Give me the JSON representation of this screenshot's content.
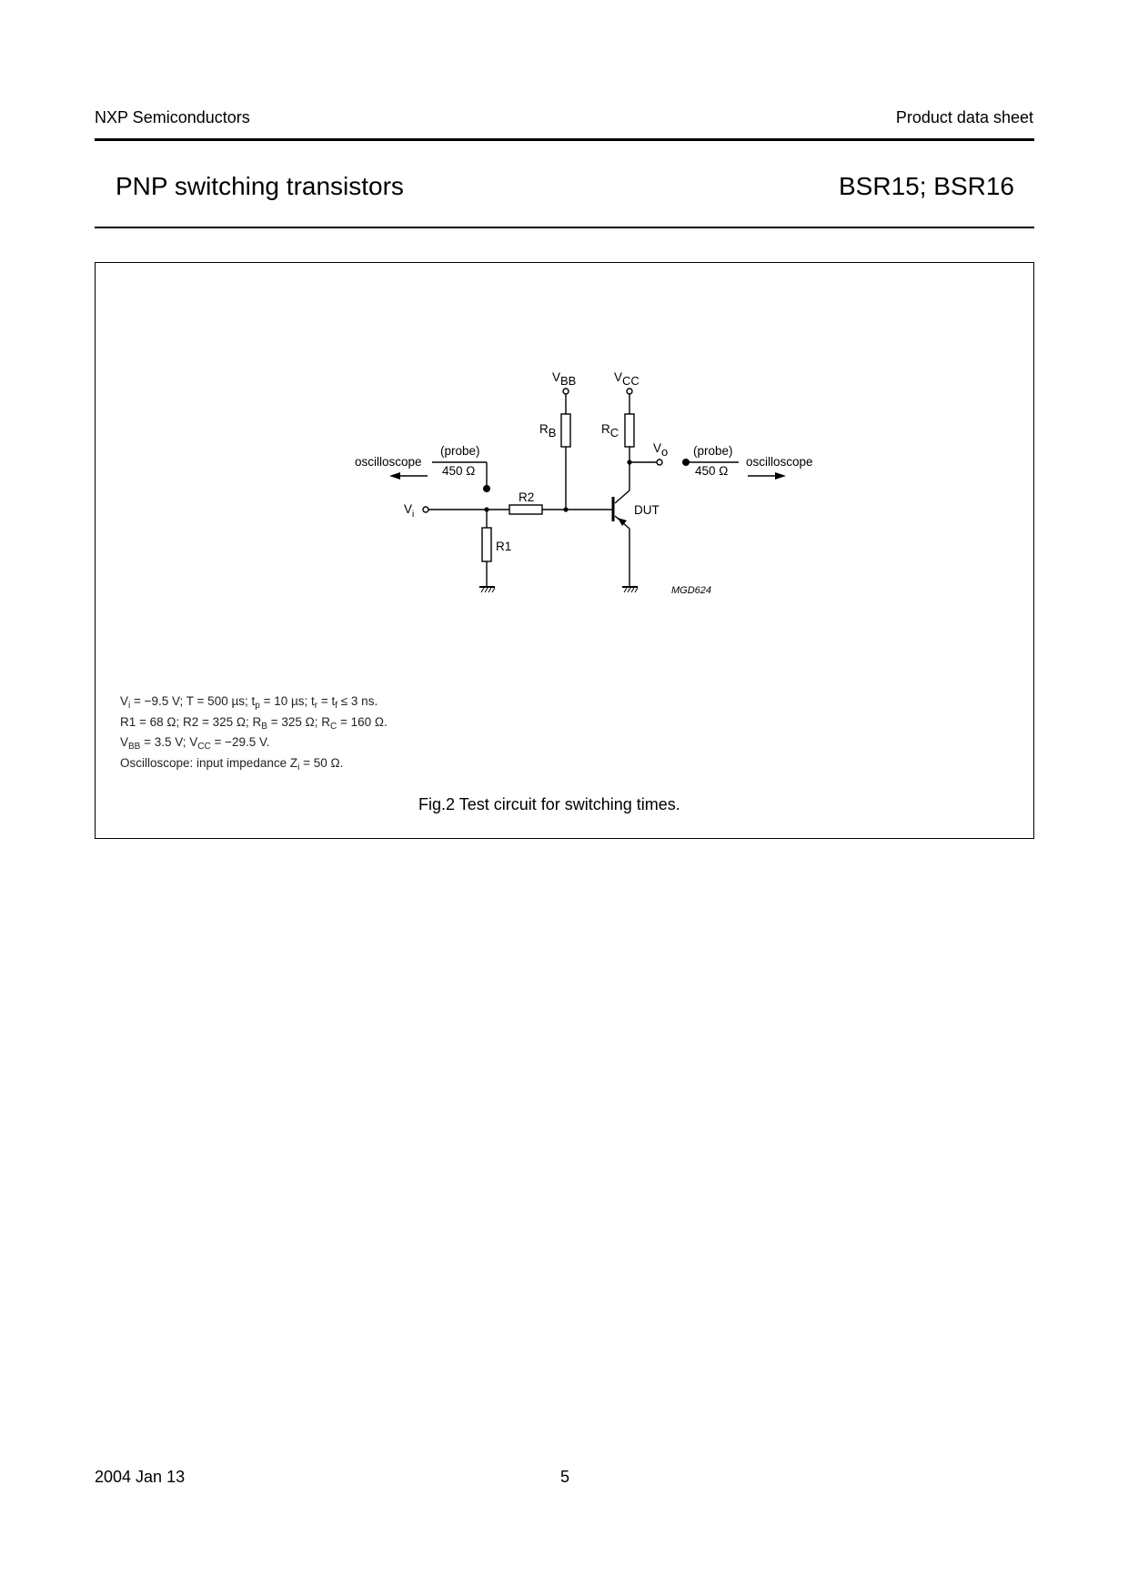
{
  "header": {
    "company": "NXP Semiconductors",
    "doc_type": "Product data sheet"
  },
  "title": {
    "product_description": "PNP switching transistors",
    "part_numbers": "BSR15; BSR16"
  },
  "figure": {
    "diagram": {
      "input_terminal": {
        "label": "V",
        "sub": "i"
      },
      "output_terminal": {
        "label": "V",
        "sub": "o"
      },
      "vbb": {
        "label": "V",
        "sub": "BB"
      },
      "vcc": {
        "label": "V",
        "sub": "CC"
      },
      "rb": {
        "label": "R",
        "sub": "B"
      },
      "rc": {
        "label": "R",
        "sub": "C"
      },
      "r1": "R1",
      "r2": "R2",
      "dut": "DUT",
      "left_probe": {
        "destination": "oscilloscope",
        "probe": "(probe)",
        "impedance": "450 Ω"
      },
      "right_probe": {
        "destination": "oscilloscope",
        "probe": "(probe)",
        "impedance": "450 Ω"
      },
      "drawing_code": "MGD624"
    },
    "notes": [
      {
        "parts": [
          [
            "V",
            ""
          ],
          [
            "i",
            "sub"
          ],
          [
            " = −9.5 V; T = 500 µs; t",
            ""
          ],
          [
            "p",
            "sub"
          ],
          [
            " = 10 µs; t",
            ""
          ],
          [
            "r",
            "sub"
          ],
          [
            " = t",
            ""
          ],
          [
            "f",
            "sub"
          ],
          [
            " ≤ 3 ns.",
            ""
          ]
        ]
      },
      {
        "parts": [
          [
            "R1 = 68 Ω; R2 = 325 Ω; R",
            ""
          ],
          [
            "B",
            "sub"
          ],
          [
            " = 325 Ω; R",
            ""
          ],
          [
            "C",
            "sub"
          ],
          [
            " = 160 Ω.",
            ""
          ]
        ]
      },
      {
        "parts": [
          [
            "V",
            ""
          ],
          [
            "BB",
            "sub"
          ],
          [
            " = 3.5 V; V",
            ""
          ],
          [
            "CC",
            "sub"
          ],
          [
            " = −29.5 V.",
            ""
          ]
        ]
      },
      {
        "parts": [
          [
            "Oscilloscope: input impedance Z",
            ""
          ],
          [
            "i",
            "sub"
          ],
          [
            " = 50 Ω.",
            ""
          ]
        ]
      }
    ],
    "caption": "Fig.2  Test circuit for switching times."
  },
  "footer": {
    "date": "2004 Jan 13",
    "page_number": "5"
  }
}
